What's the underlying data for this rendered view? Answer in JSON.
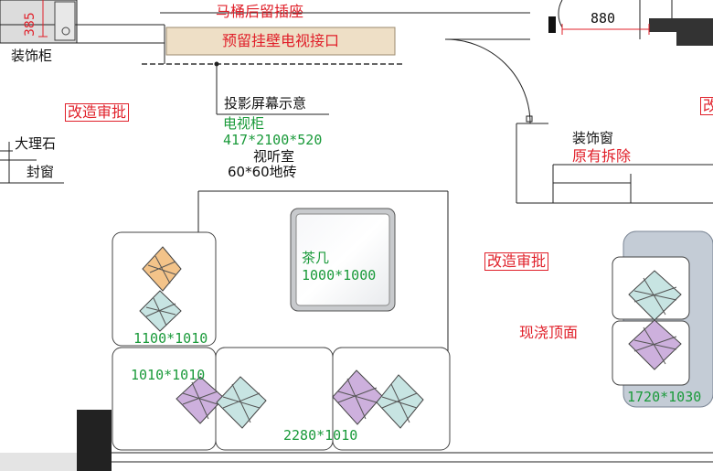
{
  "labels": {
    "dim_385": "385",
    "dim_880": "880",
    "toilet_socket": "马桶后留插座",
    "tv_interface": "预留挂壁电视接口",
    "decor_cabinet": "装饰柜",
    "approval_left": "改造审批",
    "approval_mid": "改造审批",
    "approval_right_cut": "改",
    "marble": "大理石",
    "seal_window": "封窗",
    "projection_screen": "投影屏幕示意",
    "tv_cabinet": "电视柜",
    "tv_cabinet_size": "417*2100*520",
    "av_room": "视听室",
    "floor_tile": "60*60地砖",
    "decor_window": "装饰窗",
    "original_removed": "原有拆除",
    "tea_table": "茶几",
    "tea_table_size": "1000*1000",
    "cast_ceiling": "现浇顶面",
    "sofa_1100": "1100*1010",
    "sofa_1010": "1010*1010",
    "sofa_2280": "2280*1010",
    "sofa_1720": "1720*1030"
  },
  "colors": {
    "annotation_red": "#e0202a",
    "dimension_green": "#1a9a3a",
    "wall_line": "#222222",
    "tv_panel": "#eedfc6",
    "right_sofa_fill": "#c4ccd6",
    "pillow_orange": "#f3c389",
    "pillow_teal": "#c7e4e2",
    "pillow_purple": "#cdb0dd"
  }
}
